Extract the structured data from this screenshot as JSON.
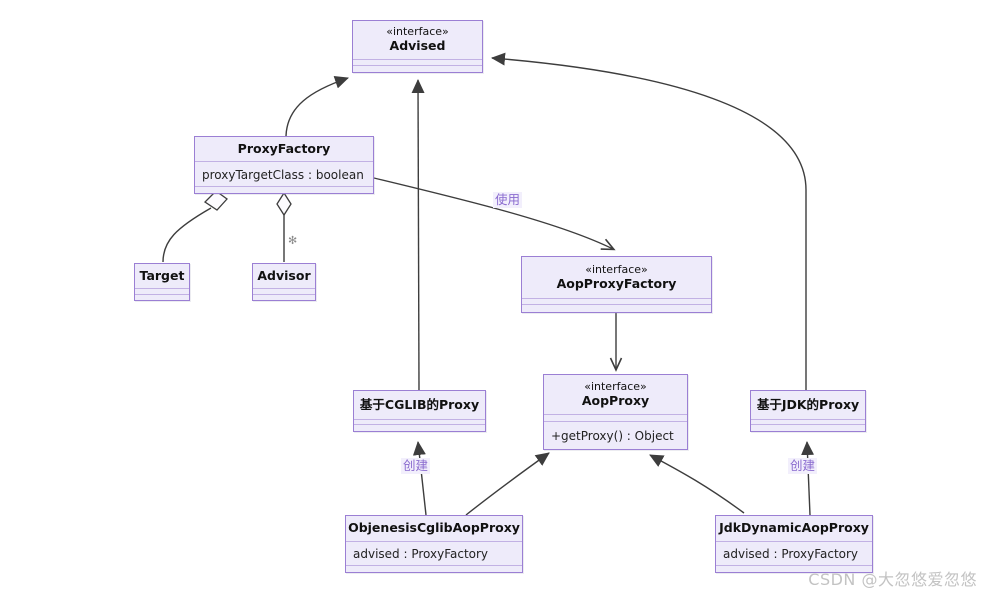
{
  "classes": {
    "advised": {
      "stereotype": "«interface»",
      "name": "Advised"
    },
    "proxy_factory": {
      "name": "ProxyFactory",
      "attribute": "proxyTargetClass : boolean"
    },
    "target": {
      "name": "Target"
    },
    "advisor": {
      "name": "Advisor"
    },
    "aop_proxy_factory": {
      "stereotype": "«interface»",
      "name": "AopProxyFactory"
    },
    "aop_proxy": {
      "stereotype": "«interface»",
      "name": "AopProxy",
      "operation": "+getProxy() : Object"
    },
    "cglib_proxy": {
      "name": "基于CGLIB的Proxy"
    },
    "jdk_proxy": {
      "name": "基于JDK的Proxy"
    },
    "objenesis_cglib_aop_proxy": {
      "name": "ObjenesisCglibAopProxy",
      "attribute": "advised : ProxyFactory"
    },
    "jdk_dynamic_aop_proxy": {
      "name": "JdkDynamicAopProxy",
      "attribute": "advised : ProxyFactory"
    }
  },
  "edge_labels": {
    "use": "使用",
    "create_left": "创建",
    "create_right": "创建",
    "advisor_multiplicity": "✻"
  },
  "colors": {
    "box_fill": "#EEEBFA",
    "box_border": "#9B7FD4",
    "separator": "#C2B1E4",
    "edge": "#3D3D3D",
    "edge_label_text": "#8A6BCF",
    "edge_label_bg": "#F2EFFC",
    "watermark": "#C3C3C3"
  },
  "watermark": "CSDN @大忽悠爱忽悠"
}
